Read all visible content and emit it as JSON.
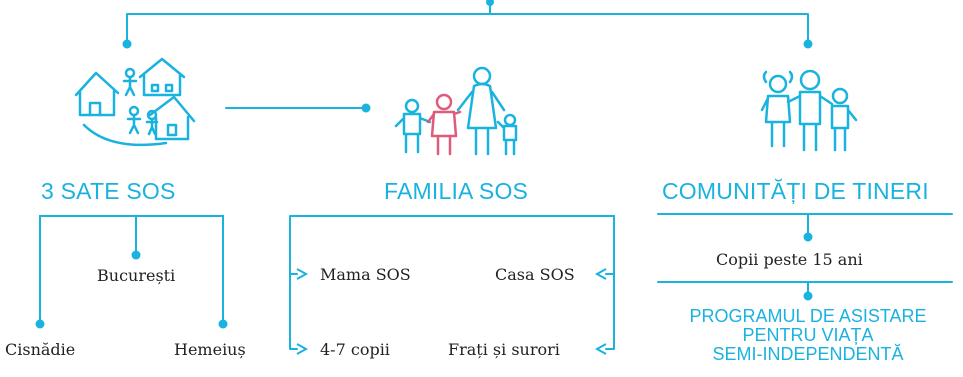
{
  "colors": {
    "accent": "#1ab2df",
    "highlight": "#e05a7b",
    "text": "#222222"
  },
  "icons": {
    "villages": "villages-houses-icon",
    "family": "family-icon",
    "community": "youth-group-icon"
  },
  "villages": {
    "title": "3 SATE SOS",
    "items": {
      "bucuresti": "București",
      "cisnadie": "Cisnădie",
      "hemeius": "Hemeiuș"
    }
  },
  "family": {
    "title": "FAMILIA SOS",
    "items": {
      "mama": "Mama SOS",
      "casa": "Casa SOS",
      "copii": "4-7 copii",
      "frati": "Frați și surori"
    }
  },
  "community": {
    "title": "COMUNITĂȚI DE TINERI",
    "age": "Copii peste 15 ani",
    "program": [
      "PROGRAMUL DE ASISTARE",
      "PENTRU VIAȚA",
      "SEMI-INDEPENDENTĂ"
    ]
  }
}
